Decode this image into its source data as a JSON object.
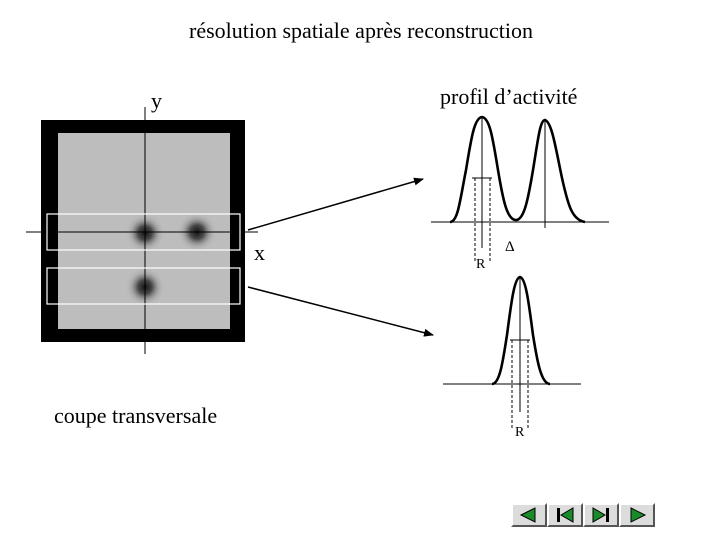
{
  "title": "résolution spatiale après reconstruction",
  "profile_title": "profil d’activité",
  "axis_y": "y",
  "axis_x": "x",
  "caption": "coupe transversale",
  "resolution_label_top": "R",
  "delta_label": "Δ",
  "resolution_label_bottom": "R",
  "colors": {
    "frame": "#000000",
    "field": "#bdbdbd",
    "nav_icon": "#1a8a2a"
  },
  "nav_buttons": [
    {
      "icon": "previous-triangle-icon"
    },
    {
      "icon": "first-slide-icon"
    },
    {
      "icon": "last-slide-icon"
    },
    {
      "icon": "next-triangle-icon"
    }
  ]
}
